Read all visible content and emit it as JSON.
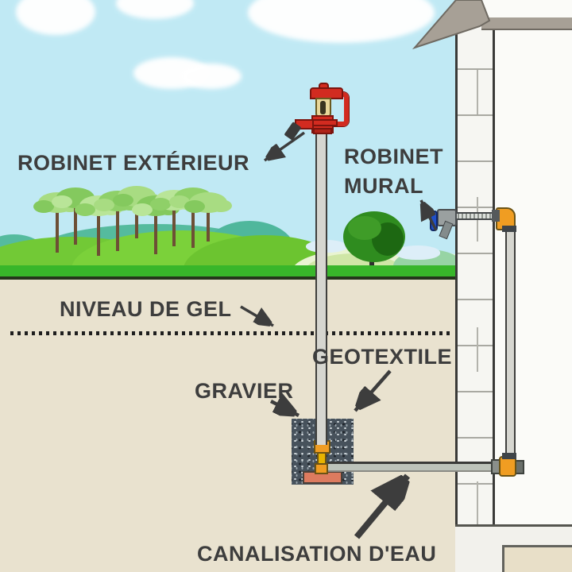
{
  "labels": {
    "robinet_exterieur": "ROBINET EXTÉRIEUR",
    "robinet_mural_line1": "ROBINET",
    "robinet_mural_line2": "MURAL",
    "niveau_de_gel": "NIVEAU DE GEL",
    "geotextile": "GEOTEXTILE",
    "gravier": "GRAVIER",
    "canalisation_eau": "CANALISATION D'EAU"
  },
  "colors": {
    "label_text": "#3d3d3d",
    "sky": "#c0e9f4",
    "soil": "#e9e2cf",
    "grass": "#38b62a",
    "hedge_teal": "#55bb9e",
    "hydrant_red": "#d22b20",
    "fitting_orange": "#f09d22",
    "faucet_handle_blue": "#2050c8",
    "gravel": "#47525c",
    "brick": "#dd7b5f",
    "roof_gray": "#a7a096",
    "wall_white": "#f6f6f2"
  }
}
